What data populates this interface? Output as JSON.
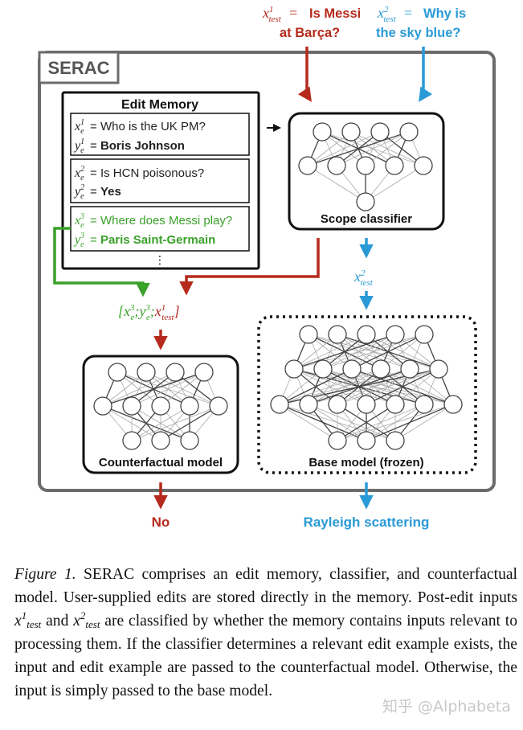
{
  "serac_label": "SERAC",
  "inputs": {
    "x1_prefix": "x",
    "x1_sup": "1",
    "x1_sub": "test",
    "x1_eq": "=",
    "x1_text_line1": "Is Messi",
    "x1_text_line2": "at Barça?",
    "x2_prefix": "x",
    "x2_sup": "2",
    "x2_sub": "test",
    "x2_eq": "=",
    "x2_text_line1": "Why is",
    "x2_text_line2": "the sky blue?"
  },
  "edit_memory": {
    "title": "Edit Memory",
    "entries": [
      {
        "xsym": "x",
        "ysym": "y",
        "sub": "e",
        "index": "1",
        "eq": "=",
        "question": "Who is the UK PM?",
        "answer": "Boris Johnson"
      },
      {
        "xsym": "x",
        "ysym": "y",
        "sub": "e",
        "index": "2",
        "eq": "=",
        "question": "Is HCN poisonous?",
        "answer": "Yes"
      },
      {
        "xsym": "x",
        "ysym": "y",
        "sub": "e",
        "index": "3",
        "eq": "=",
        "question": "Where does Messi play?",
        "answer": "Paris Saint-Germain"
      }
    ],
    "ellipsis": "⋮"
  },
  "scope_classifier": {
    "label": "Scope classifier"
  },
  "routed_input": {
    "prefix": "x",
    "sup": "2",
    "sub": "test"
  },
  "concat": {
    "text": "[xₑ³; yₑ³; x¹ₜₑₛₜ]",
    "open": "[",
    "x": "x",
    "y": "y",
    "e": "e",
    "three": "3",
    "one": "1",
    "test": "test",
    "sep": ";",
    "close": "]"
  },
  "counterfactual_model": {
    "label": "Counterfactual model"
  },
  "base_model": {
    "label": "Base model (frozen)"
  },
  "outputs": {
    "left": "No",
    "right": "Rayleigh scattering"
  },
  "colors": {
    "red": "#b52a1c",
    "blue": "#2a9ad6",
    "green": "#3aa12a",
    "frame_gray": "#6b6b6b"
  },
  "caption": {
    "figure_label": "Figure 1.",
    "part1": " SERAC comprises an edit memory, classifier, and counterfactual model. User-supplied edits are stored directly in the memory. Post-edit inputs ",
    "x1": "x",
    "x1_sub": "test",
    "x1_sup": "1",
    "and": " and ",
    "x2": "x",
    "x2_sub": "test",
    "x2_sup": "2",
    "part2": " are classified by whether the memory contains inputs relevant to processing them. If the classifier determines a relevant edit example exists, the input and edit example are passed to the counterfactual model. Otherwise, the input is simply passed to the base model."
  },
  "watermark": "知乎 @Alphabeta"
}
